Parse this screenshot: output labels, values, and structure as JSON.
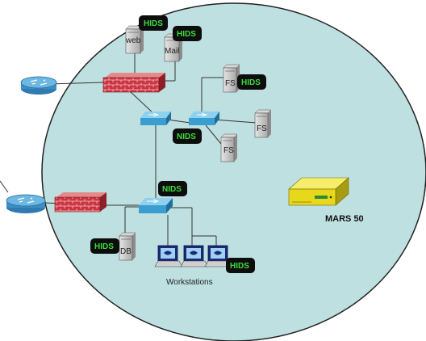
{
  "servers": {
    "web": "web",
    "mail": "Mail",
    "fs1": "FS",
    "fs2": "FS",
    "fs3": "FS",
    "db": "DB"
  },
  "badges": {
    "hids_web": "HIDS",
    "hids_mail": "HIDS",
    "hids_fs": "HIDS",
    "nids_top": "NIDS",
    "nids_bottom": "NIDS",
    "hids_db": "HIDS",
    "hids_ws": "HIDS"
  },
  "appliance_label": "MARS 50",
  "workstations_label": "Workstations",
  "colors": {
    "network_fill": "#bfe0e0",
    "badge_fill": "#0d0d0d",
    "badge_text": "#3ddc3d",
    "firewall": "#c8323c",
    "switch": "#3a9fd0",
    "router": "#3a8fc4",
    "appliance": "#e8d81c"
  },
  "icons": [
    "router-icon",
    "firewall-icon",
    "switch-icon",
    "server-icon",
    "workstation-icon",
    "appliance-icon"
  ]
}
